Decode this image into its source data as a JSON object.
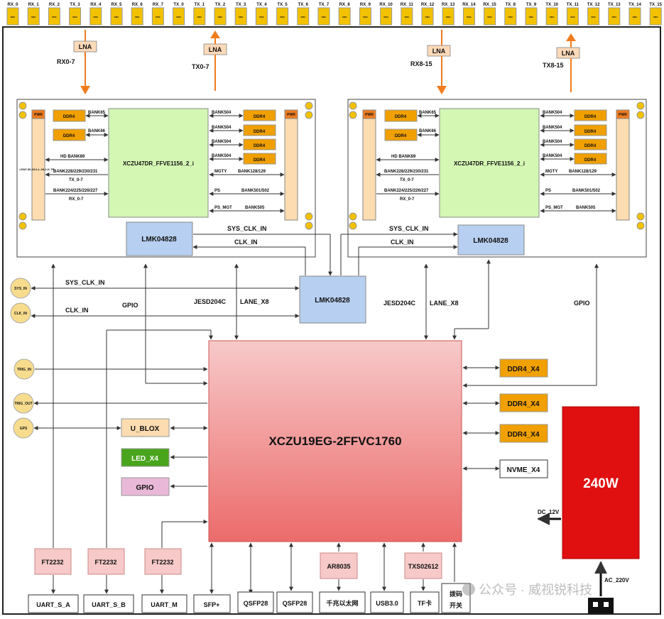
{
  "connectors_top": [
    "RX_0",
    "RX_1",
    "RX_2",
    "TX_3",
    "RX_4",
    "RX_5",
    "RX_6",
    "RX_7",
    "TX_0",
    "TX_1",
    "TX_2",
    "TX_3",
    "TX_4",
    "TX_5",
    "TX_6",
    "TX_7",
    "RX_8",
    "RX_9",
    "RX_10",
    "RX_11",
    "RX_12",
    "RX_13",
    "RX_14",
    "RX_15",
    "TX_8",
    "TX_9",
    "TX_10",
    "TX_11",
    "TX_12",
    "TX_13",
    "TX_14",
    "TX_15"
  ],
  "sma": "SMA",
  "lna": "LNA",
  "rx07": "RX0-7",
  "tx07": "TX0-7",
  "rx815": "RX8-15",
  "tx815": "TX8-15",
  "pwr": "PWR",
  "ddr4": "DDR4",
  "bank65": "BANK65",
  "bank66": "BANK66",
  "bank504": "BANK504",
  "hd_bank": "HD BANK89",
  "bank228": "BANK228/229/230/231",
  "tx_0_7": "TX_0-7",
  "bank224": "BANK224/225/226/227",
  "rx_0_7": "RX_0-7",
  "fpga_small": "XCZU47DR_FFVE1156_2_i",
  "mgty": "MGTY",
  "bank128": "BANK128/129",
  "ps": "PS",
  "bank501": "BANK501/502",
  "ps_mgt": "PS_MGT",
  "bank505": "BANK505",
  "lpaf": "LPAF-50-03.0-L-08-2-K-TR",
  "lmk": "LMK04828",
  "sys_clk": "SYS_CLK_IN",
  "clk_in": "CLK_IN",
  "sys_in": "SYS_IN",
  "clk_in_circle": "CLK_IN",
  "gpio": "GPIO",
  "jesd": "JESD204C",
  "lane": "LANE_X8",
  "trig_in": "TRIG_IN",
  "trig_out": "TRIG_OUT",
  "gps": "GPS",
  "u_blox": "U_BLOX",
  "led": "LED_X4",
  "gpio_box": "GPIO",
  "main_fpga": "XCZU19EG-2FFVC1760",
  "ddr4_x4": "DDR4_X4",
  "nvme": "NVME_X4",
  "power": "240W",
  "dc12": "DC_12V",
  "ac220": "AC_220V",
  "ft2232": "FT2232",
  "ar8035": "AR8035",
  "txs": "TXS02612",
  "uart_a": "UART_S_A",
  "uart_b": "UART_S_B",
  "uart_m": "UART_M",
  "sfp": "SFP+",
  "qsfp": "QSFP28",
  "eth": "千兆以太网",
  "usb": "USB3.0",
  "tf": "TF卡",
  "dip1": "拨码",
  "dip2": "开关",
  "watermark": "公众号 · 威视锐科技",
  "colors": {
    "sma": "#f2c200",
    "lna": "#fcd9b8",
    "arrow": "#f07c1e",
    "fpga": "#d4f7b4",
    "lmk": "#b7cff0",
    "ddr": "#f0a000",
    "main_top": "#f7c4c4",
    "main_bottom": "#ec7070",
    "power": "#e01010",
    "led": "#49a51c",
    "gpio": "#e9b8d8",
    "ublox": "#fcdcb0",
    "ft": "#f7c9c9"
  }
}
